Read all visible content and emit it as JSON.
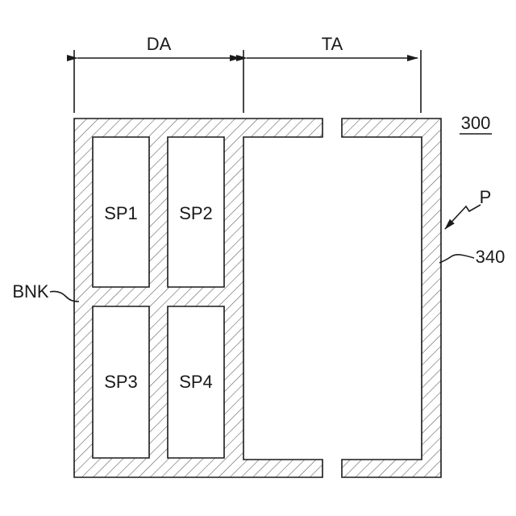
{
  "dimensions": {
    "display_area": "DA",
    "transmission_area": "TA"
  },
  "reference": {
    "figure_number": "300",
    "bank": "BNK",
    "pattern": "P",
    "member": "340"
  },
  "subpixels": [
    "SP1",
    "SP2",
    "SP3",
    "SP4"
  ],
  "colors": {
    "line": "#1a1a1a",
    "background": "#ffffff"
  }
}
